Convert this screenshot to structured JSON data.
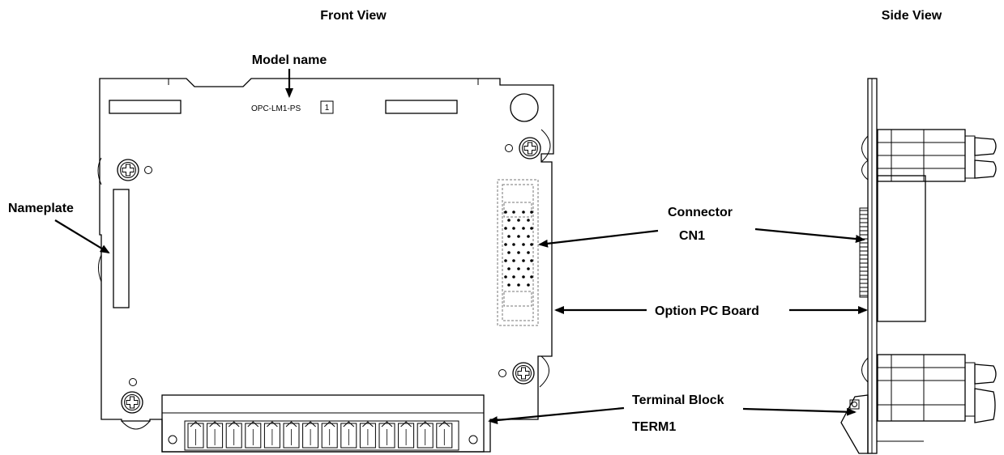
{
  "labels": {
    "front_view": "Front View",
    "side_view": "Side View",
    "model_name": "Model name",
    "model_code": "OPC-LM1-PS",
    "model_box": "1",
    "nameplate": "Nameplate",
    "connector": "Connector",
    "connector_id": "CN1",
    "option_board": "Option PC Board",
    "terminal_block": "Terminal Block",
    "terminal_id": "TERM1"
  }
}
